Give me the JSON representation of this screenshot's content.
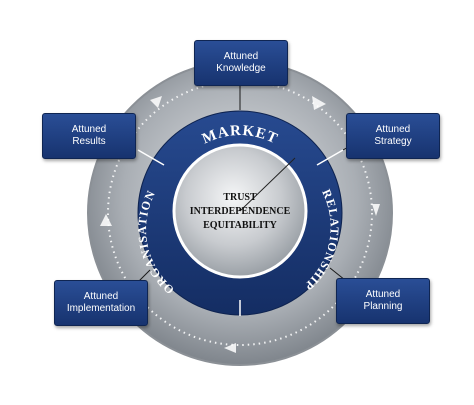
{
  "ring_labels": {
    "top": "MARKET",
    "right": "RELATIONSHIP",
    "left": "ORGANISATION"
  },
  "center_lines": [
    "TRUST",
    "INTERDEPENDENCE",
    "EQUITABILITY"
  ],
  "boxes": {
    "knowledge": {
      "line1": "Attuned",
      "line2": "Knowledge"
    },
    "results": {
      "line1": "Attuned",
      "line2": "Results"
    },
    "strategy": {
      "line1": "Attuned",
      "line2": "Strategy"
    },
    "implementation": {
      "line1": "Attuned",
      "line2": "Implementation"
    },
    "planning": {
      "line1": "Attuned",
      "line2": "Planning"
    }
  },
  "colors": {
    "navy": "#1c3a7a",
    "ring_silver": "#bfc3c8",
    "hub_silver": "#d3d5d8"
  }
}
